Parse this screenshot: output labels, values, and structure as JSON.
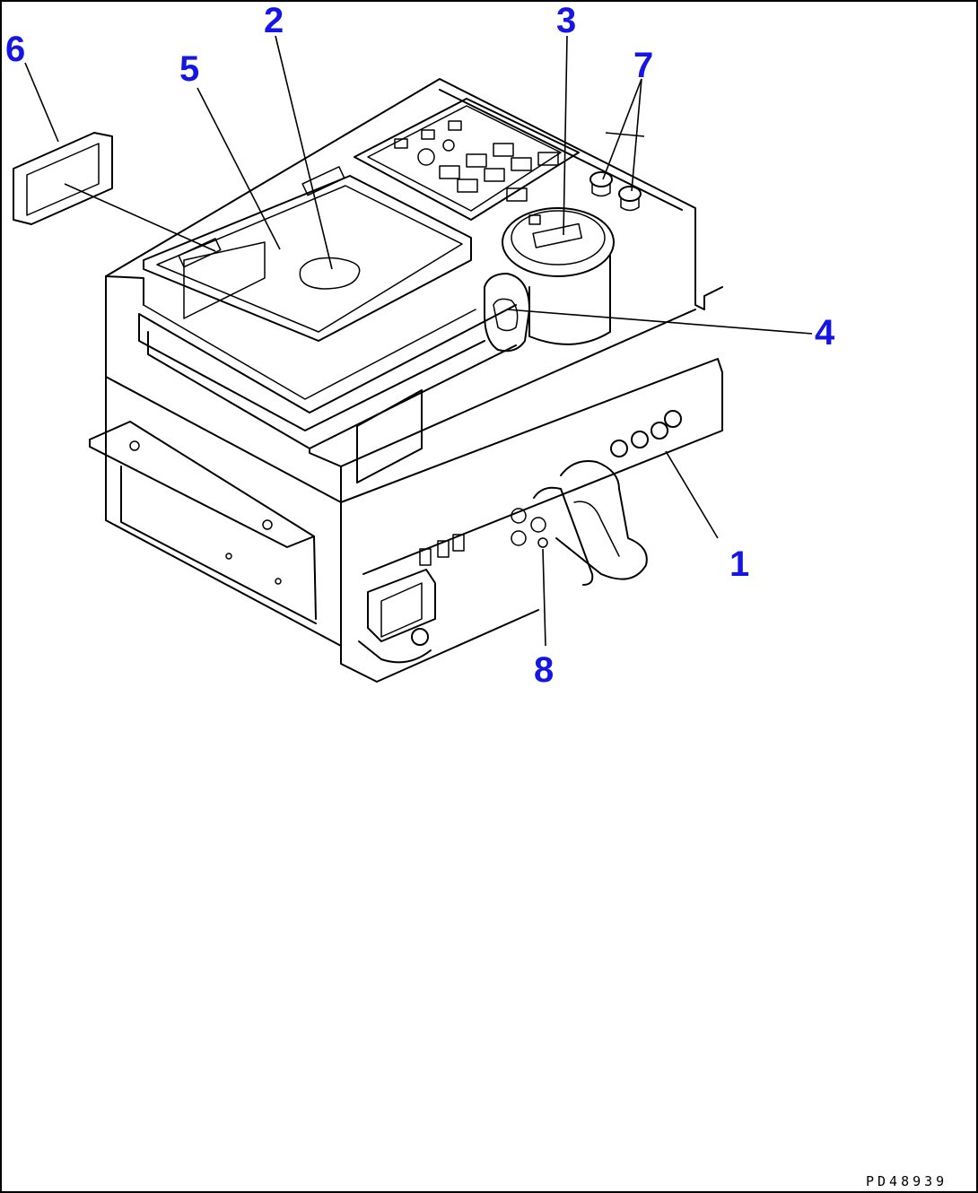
{
  "callouts": {
    "c1": "1",
    "c2": "2",
    "c3": "3",
    "c4": "4",
    "c5": "5",
    "c6": "6",
    "c7": "7",
    "c8": "8"
  },
  "drawing_code": "PD48939",
  "colors": {
    "callout": "#1515e6",
    "line": "#000000",
    "background": "#ffffff"
  }
}
